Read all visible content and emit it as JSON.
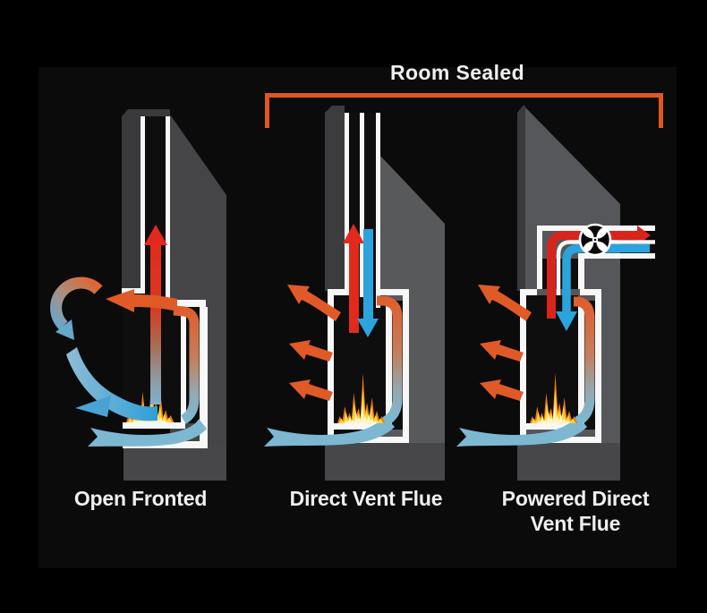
{
  "header": {
    "room_sealed": "Room Sealed"
  },
  "diagrams": [
    {
      "id": "open-fronted",
      "label": "Open Fronted"
    },
    {
      "id": "direct-vent-flue",
      "label": "Direct Vent Flue"
    },
    {
      "id": "powered-direct-vent-flue",
      "label": "Powered Direct Vent Flue"
    }
  ],
  "icons": {
    "fan": "fan-icon"
  },
  "colors": {
    "background": "#000000",
    "panel": "#0b0b0c",
    "bracket_orange": "#e2571e",
    "label_white": "#efefef",
    "hot_red": "#e22a1c",
    "cool_blue": "#2ba4de",
    "radiant_orange": "#e05a28",
    "room_air_blue": "#7db8d2",
    "flame_yellow": "#ffd23e",
    "flame_orange": "#ef7d10",
    "wall_gray": "#56585a",
    "wall_dark_gray": "#3a3a3c"
  }
}
